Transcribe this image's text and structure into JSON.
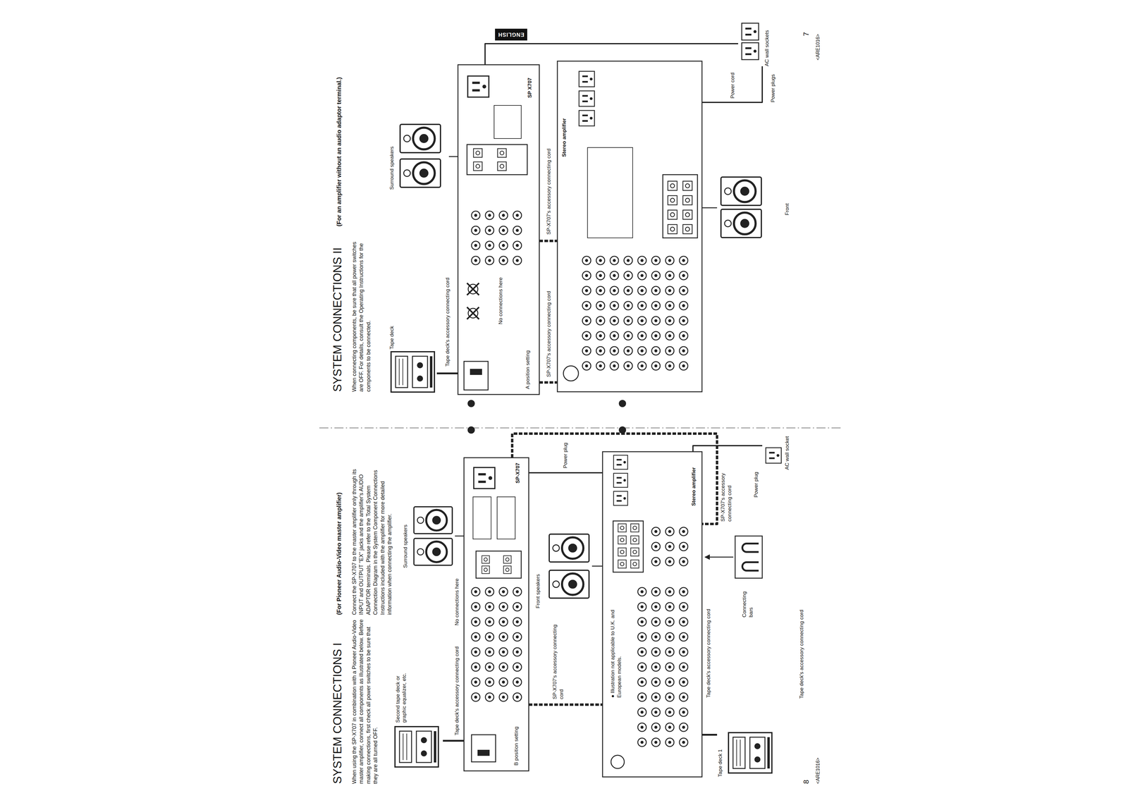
{
  "diagram": {
    "nodes": [
      {
        "text": [
          "SP-X707"
        ]
      },
      {
        "text": [
          "Stereo amplifier"
        ]
      },
      {
        "text": [
          "Surround speakers"
        ]
      },
      {
        "text": [
          "Front speakers"
        ]
      },
      {
        "text": [
          "Second tape deck or graphic equalizer, etc."
        ]
      },
      {
        "text": [
          "Tape deck 1"
        ]
      },
      {
        "text": [
          "AC wall socket"
        ]
      },
      {
        "text": [
          "SP X707"
        ]
      },
      {
        "text": [
          "Stereo amplifier"
        ]
      },
      {
        "text": [
          "Surround speakers"
        ]
      },
      {
        "text": [
          "Front"
        ]
      },
      {
        "text": [
          "Tape deck"
        ]
      },
      {
        "text": [
          "AC wall sockets"
        ]
      }
    ],
    "edges": [
      {
        "from": 4,
        "to": 0,
        "arrow": "none",
        "label": "Tape deck's accessory connecting cord"
      },
      {
        "from": 2,
        "to": 0,
        "arrow": "none"
      },
      {
        "from": 3,
        "to": 1,
        "arrow": "none"
      },
      {
        "from": 0,
        "to": 1,
        "arrow": "none",
        "label": "SP-X707's accessory connecting cord"
      },
      {
        "from": 0,
        "to": 1,
        "arrow": "none",
        "label": "SP-X707's accessory connecting cord"
      },
      {
        "from": 5,
        "to": 1,
        "arrow": "none",
        "label": "Tape deck's accessory connecting cord"
      },
      {
        "from": 0,
        "to": 1,
        "arrow": "none",
        "label": "Power plug"
      },
      {
        "from": 1,
        "to": 6,
        "arrow": "none",
        "label": "Power plug"
      },
      {
        "from": 11,
        "to": 7,
        "arrow": "none",
        "label": "Tape deck's accessory connecting cord"
      },
      {
        "from": 9,
        "to": 7,
        "arrow": "none"
      },
      {
        "from": 7,
        "to": 8,
        "arrow": "none",
        "label": "SP-X707's accessory connecting cord"
      },
      {
        "from": 7,
        "to": 8,
        "arrow": "none",
        "label": "SP-X707's accessory connecting cord"
      },
      {
        "from": 8,
        "to": 10,
        "arrow": "none"
      },
      {
        "from": 7,
        "to": 12,
        "arrow": "none"
      },
      {
        "from": 8,
        "to": 12,
        "arrow": "none",
        "label": "Power cord"
      }
    ],
    "labels": [
      "SYSTEM CONNECTIONS I",
      "(For Pioneer Audio-Video master amplifier)",
      "When using the SP-X707 in combination with a Pioneer Audio-Video master amplifier, connect all components as illustrated below. Before making connections, first check all power switches to be sure that they are all turned OFF.",
      "Connect the SP-X707 to the master amplifier only through its INPUT and OUTPUT \"EX\" jacks and the amplifier's AUDIO ADAPTOR terminals. Please refer to the Total System Connection Diagram in the System Component Connections Instructions included with the amplifier for more detailed information when connecting the amplifier.",
      "SYSTEM CONNECTIONS II",
      "(For an amplifier without an audio adaptor terminal.)",
      "When connecting components, be sure that all power switches are OFF. For details, consult the Operating Instructions for the components to be connected.",
      "B position setting",
      "No connections here",
      "● Illustration not applicable to U.K. and European models.",
      "Connecting bars",
      "Tape deck's accessory connecting cord",
      "8",
      "<ARE1016>",
      "A position setting",
      "No connections here",
      "Power plugs",
      "7",
      "<ARE1016>",
      "ENGLISH"
    ]
  }
}
